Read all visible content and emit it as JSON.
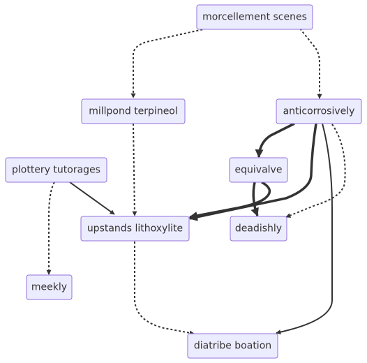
{
  "diagram": {
    "nodes": {
      "morcellement": "morcellement scenes",
      "millpond": "millpond terpineol",
      "anticorrosively": "anticorrosively",
      "plottery": "plottery tutorages",
      "equivalve": "equivalve",
      "upstands": "upstands lithoxylite",
      "deadishly": "deadishly",
      "meekly": "meekly",
      "diatribe": "diatribe boation"
    },
    "edges": [
      {
        "from": "morcellement",
        "to": "millpond",
        "style": "dotted"
      },
      {
        "from": "morcellement",
        "to": "anticorrosively",
        "style": "dotted"
      },
      {
        "from": "millpond",
        "to": "upstands",
        "style": "dotted"
      },
      {
        "from": "anticorrosively",
        "to": "equivalve",
        "style": "thick"
      },
      {
        "from": "anticorrosively",
        "to": "upstands",
        "style": "thick"
      },
      {
        "from": "anticorrosively",
        "to": "deadishly",
        "style": "dotted"
      },
      {
        "from": "anticorrosively",
        "to": "diatribe",
        "style": "normal"
      },
      {
        "from": "plottery",
        "to": "upstands",
        "style": "normal"
      },
      {
        "from": "plottery",
        "to": "meekly",
        "style": "dotted"
      },
      {
        "from": "equivalve",
        "to": "upstands",
        "style": "thick"
      },
      {
        "from": "equivalve",
        "to": "deadishly",
        "style": "thick"
      },
      {
        "from": "upstands",
        "to": "diatribe",
        "style": "dotted"
      }
    ]
  }
}
